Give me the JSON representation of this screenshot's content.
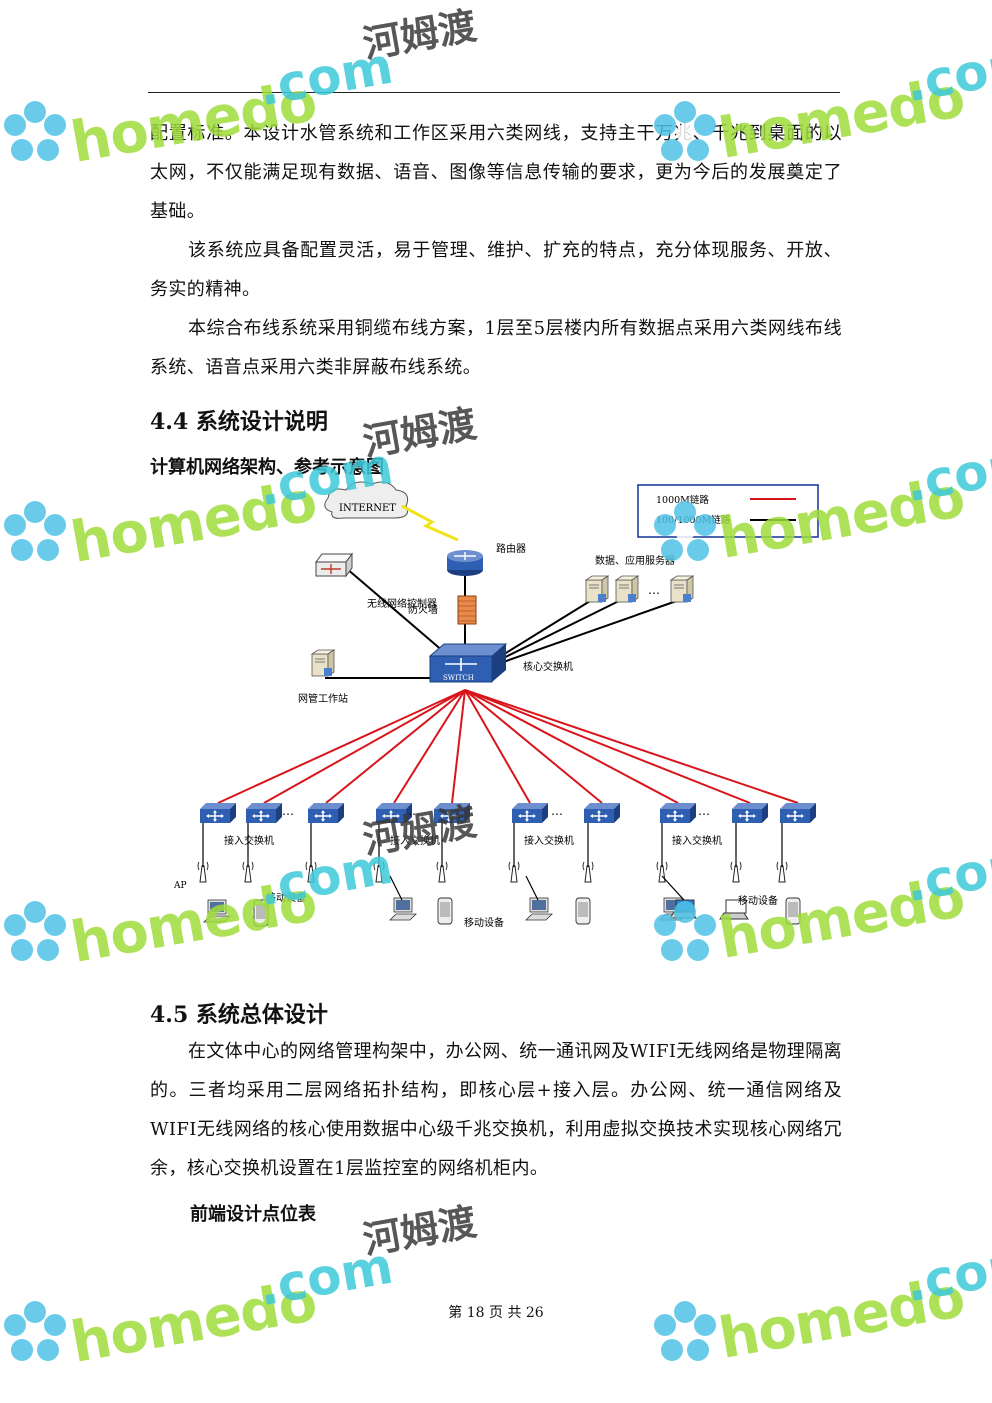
{
  "page": {
    "paragraphs": [
      "配置标准。本设计水管系统和工作区采用六类网线，支持主干万兆、千兆到桌面的以太网，不仅能满足现有数据、语音、图像等信息传输的要求，更为今后的发展奠定了基础。",
      "该系统应具备配置灵活，易于管理、维护、扩充的特点，充分体现服务、开放、务实的精神。",
      "本综合布线系统采用铜缆布线方案，1层至5层楼内所有数据点采用六类网线布线系统、语音点采用六类非屏蔽布线系统。"
    ],
    "section_44_title": "4.4 系统设计说明",
    "diagram_caption": "计算机网络架构、参考示意图",
    "section_45_title": "4.5 系统总体设计",
    "section_45_paragraph": "在文体中心的网络管理构架中，办公网、统一通讯网及WIFI无线网络是物理隔离的。三者均采用二层网络拓扑结构，即核心层+接入层。办公网、统一通信网络及WIFI无线网络的核心使用数据中心级千兆交换机，利用虚拟交换技术实现核心网络冗余，核心交换机设置在1层监控室的网络机柜内。",
    "table_caption": "前端设计点位表",
    "page_number": "第 18 页 共 26"
  },
  "diagram": {
    "internet": "INTERNET",
    "router": "路由器",
    "firewall": "防火墙",
    "wireless_controller": "无线网络控制器",
    "servers": "数据、应用服务器",
    "core_switch": "核心交换机",
    "switch_badge": "SWITCH",
    "nms": "网管工作站",
    "access_switch": "接入交换机",
    "mobile": "移动设备",
    "ap": "AP",
    "ellipsis": "…",
    "legend": {
      "link_1000m": "1000M链路",
      "link_100m": "100/1000M链路"
    },
    "colors": {
      "gigabit": "#d9141b",
      "fast": "#000000",
      "device": "#2f5fb3"
    }
  },
  "watermark": {
    "brand": "homedo",
    "domain": ".com",
    "cn": "河姆渡"
  }
}
